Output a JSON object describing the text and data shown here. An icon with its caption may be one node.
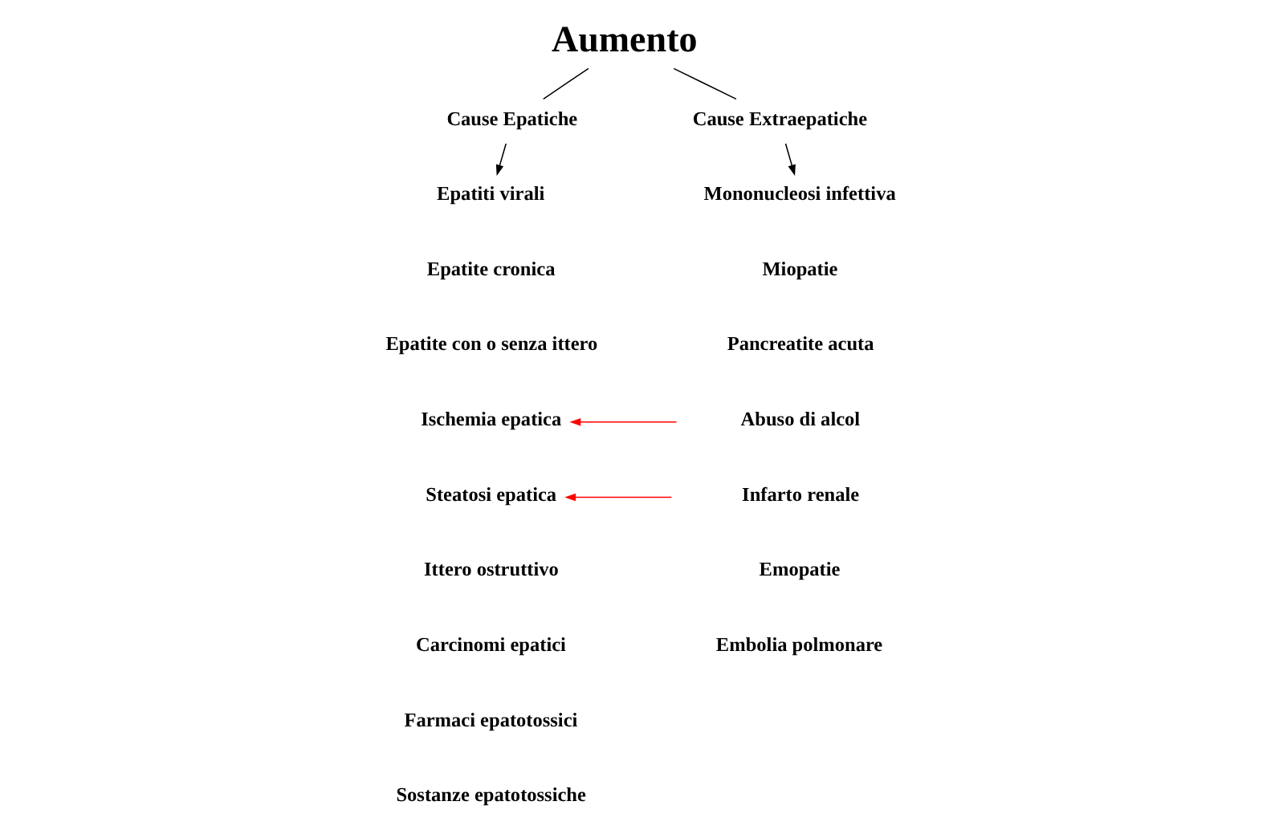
{
  "diagram": {
    "nodes": [
      {
        "text": [
          "Aumento"
        ]
      },
      {
        "text": [
          "Cause Epatiche"
        ]
      },
      {
        "text": [
          "Cause Extraepatiche"
        ]
      },
      {
        "text": [
          "Epatiti virali"
        ]
      },
      {
        "text": [
          "Epatite cronica"
        ]
      },
      {
        "text": [
          "Epatite con o senza ittero"
        ]
      },
      {
        "text": [
          "Ischemia epatica"
        ]
      },
      {
        "text": [
          "Steatosi epatica"
        ]
      },
      {
        "text": [
          "Ittero ostruttivo"
        ]
      },
      {
        "text": [
          "Carcinomi epatici"
        ]
      },
      {
        "text": [
          "Farmaci epatotossici"
        ]
      },
      {
        "text": [
          "Sostanze epatotossiche"
        ]
      },
      {
        "text": [
          "Mononucleosi infettiva"
        ]
      },
      {
        "text": [
          "Miopatie"
        ]
      },
      {
        "text": [
          "Pancreatite acuta"
        ]
      },
      {
        "text": [
          "Abuso di alcol"
        ]
      },
      {
        "text": [
          "Infarto renale"
        ]
      },
      {
        "text": [
          "Emopatie"
        ]
      },
      {
        "text": [
          "Embolia polmonare"
        ]
      }
    ],
    "edges": [
      {
        "from": 0,
        "to": 1,
        "arrow": "none"
      },
      {
        "from": 0,
        "to": 2,
        "arrow": "none"
      },
      {
        "from": 1,
        "to": 3,
        "arrow": "to"
      },
      {
        "from": 2,
        "to": 12,
        "arrow": "to"
      },
      {
        "from": null,
        "to": 6,
        "arrow": "to",
        "color": "#ff0000"
      },
      {
        "from": null,
        "to": 7,
        "arrow": "to",
        "color": "#ff0000"
      }
    ]
  }
}
